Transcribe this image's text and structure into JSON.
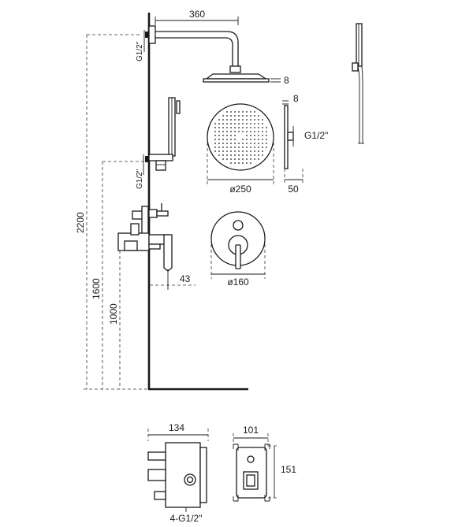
{
  "dimensions": {
    "arm_length": "360",
    "head_thickness_side": "8",
    "head_thickness_detail": "8",
    "thread_top": "G1/2\"",
    "thread_mid": "G1/2\"",
    "thread_head": "G1/2\"",
    "head_diameter": "ø250",
    "head_depth": "50",
    "total_height": "2200",
    "outlet_height": "1600",
    "mixer_height": "1000",
    "mixer_projection": "43",
    "plate_diameter": "ø160",
    "box_depth": "134",
    "box_width": "101",
    "box_height": "151",
    "box_threads": "4-G1/2\""
  }
}
